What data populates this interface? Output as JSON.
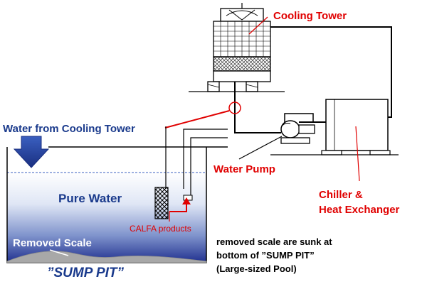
{
  "labels": {
    "cooling_tower": "Cooling Tower",
    "water_from_cooling_tower": "Water from Cooling Tower",
    "water_pump": "Water Pump",
    "chiller_line1": "Chiller &",
    "chiller_line2": "Heat Exchanger",
    "pure_water": "Pure Water",
    "calfa_products": "CALFA products",
    "removed_scale": "Removed Scale",
    "sump_pit": "”SUMP PIT”",
    "note_line1": "removed scale are sunk at",
    "note_line2": "bottom of ”SUMP PIT”",
    "note_line3": "(Large-sized Pool)"
  },
  "colors": {
    "label_red": "#e00000",
    "label_navy": "#1a3a8c",
    "arrow_blue": "#1f3f9a",
    "pool_light": "#e8eef8",
    "pool_dark": "#1f2f8f",
    "scale_gray": "#a8a8a8",
    "leader_red": "#e00000"
  }
}
